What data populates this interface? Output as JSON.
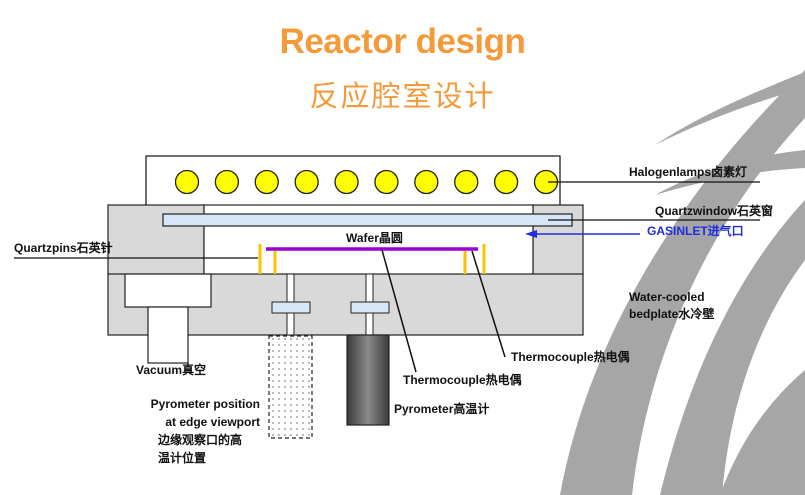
{
  "title": {
    "english": "Reactor design",
    "chinese": "反应腔室设计"
  },
  "colors": {
    "title": "#F39A3B",
    "lamp_fill": "#FFFF00",
    "chamber_gray": "#D9D9D9",
    "quartz_window": "#D6E6F7",
    "wafer": "#9900CC",
    "quartz_pin": "#FFC000",
    "gas_inlet": "#1F2EE0",
    "swirl": "#A6A6A6"
  },
  "diagram": {
    "lamp_count": 10,
    "labels": {
      "halogen_lamps": "Halogenlamps卤素灯",
      "quartz_window": "Quartzwindow石英窗",
      "gas_inlet": "GASINLET进气口",
      "quartz_pins": "Quartzpins石英针",
      "wafer": "Wafer晶圆",
      "water_cooled_line1": "Water-cooled",
      "water_cooled_line2": "bedplate水冷壁",
      "thermocouple_right": "Thermocouple热电偶",
      "thermocouple_center": "Thermocouple热电偶",
      "vacuum": "Vacuum真空",
      "pyrometer": "Pyrometer高温计",
      "pyrometer_edge_line1": "Pyrometer position",
      "pyrometer_edge_line2": "at edge viewport",
      "pyrometer_edge_line3": "边缘观察口的高",
      "pyrometer_edge_line4": "温计位置"
    }
  }
}
